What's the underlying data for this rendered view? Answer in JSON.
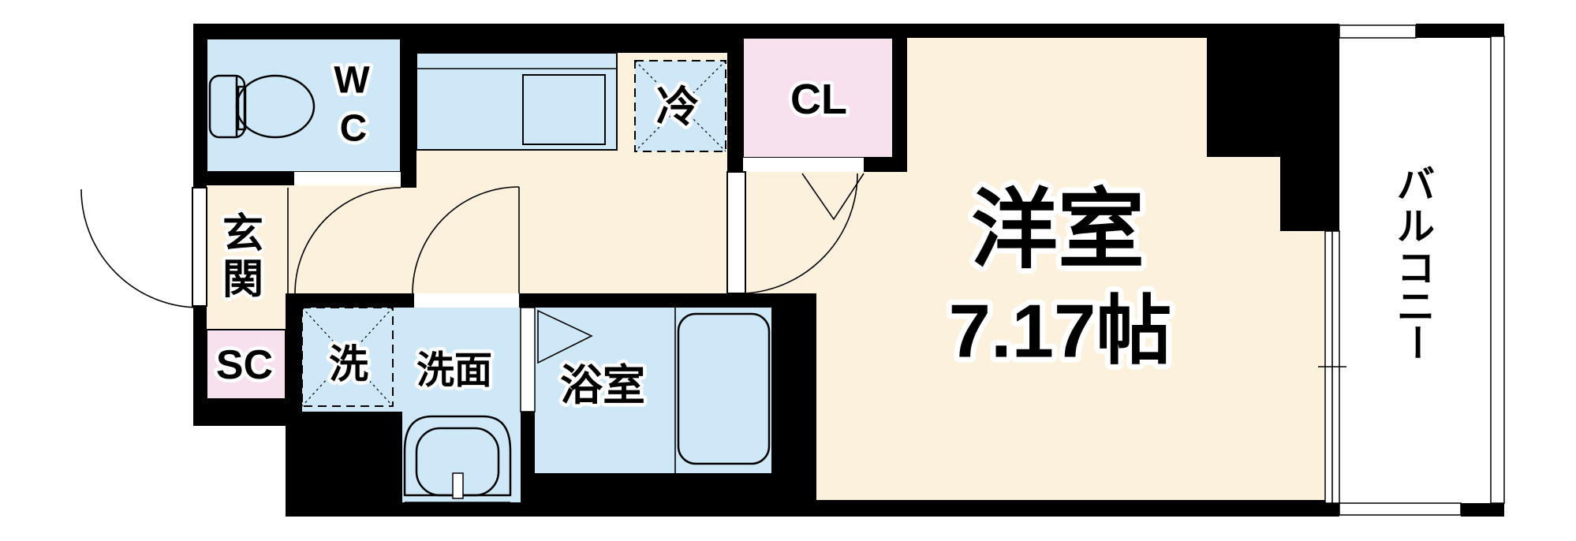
{
  "plan": {
    "colors": {
      "wall": "#000000",
      "floor": "#fbf1dc",
      "water": "#cfe8f7",
      "closet_pink": "#f8e1ee",
      "outside": "#ffffff"
    },
    "rooms": {
      "wc": {
        "chars": [
          "W",
          "C"
        ]
      },
      "fridge": {
        "label": "冷"
      },
      "closet": {
        "label": "CL"
      },
      "entrance": {
        "chars": [
          "玄",
          "関"
        ]
      },
      "shoe_closet": {
        "label": "SC"
      },
      "washer": {
        "label": "洗"
      },
      "washroom": {
        "label": "洗面"
      },
      "bathroom": {
        "label": "浴室"
      },
      "main_room": {
        "label": "洋室",
        "size": "7.17帖"
      },
      "balcony": {
        "chars": [
          "バ",
          "ル",
          "コ",
          "ニ",
          "ー"
        ]
      }
    }
  }
}
